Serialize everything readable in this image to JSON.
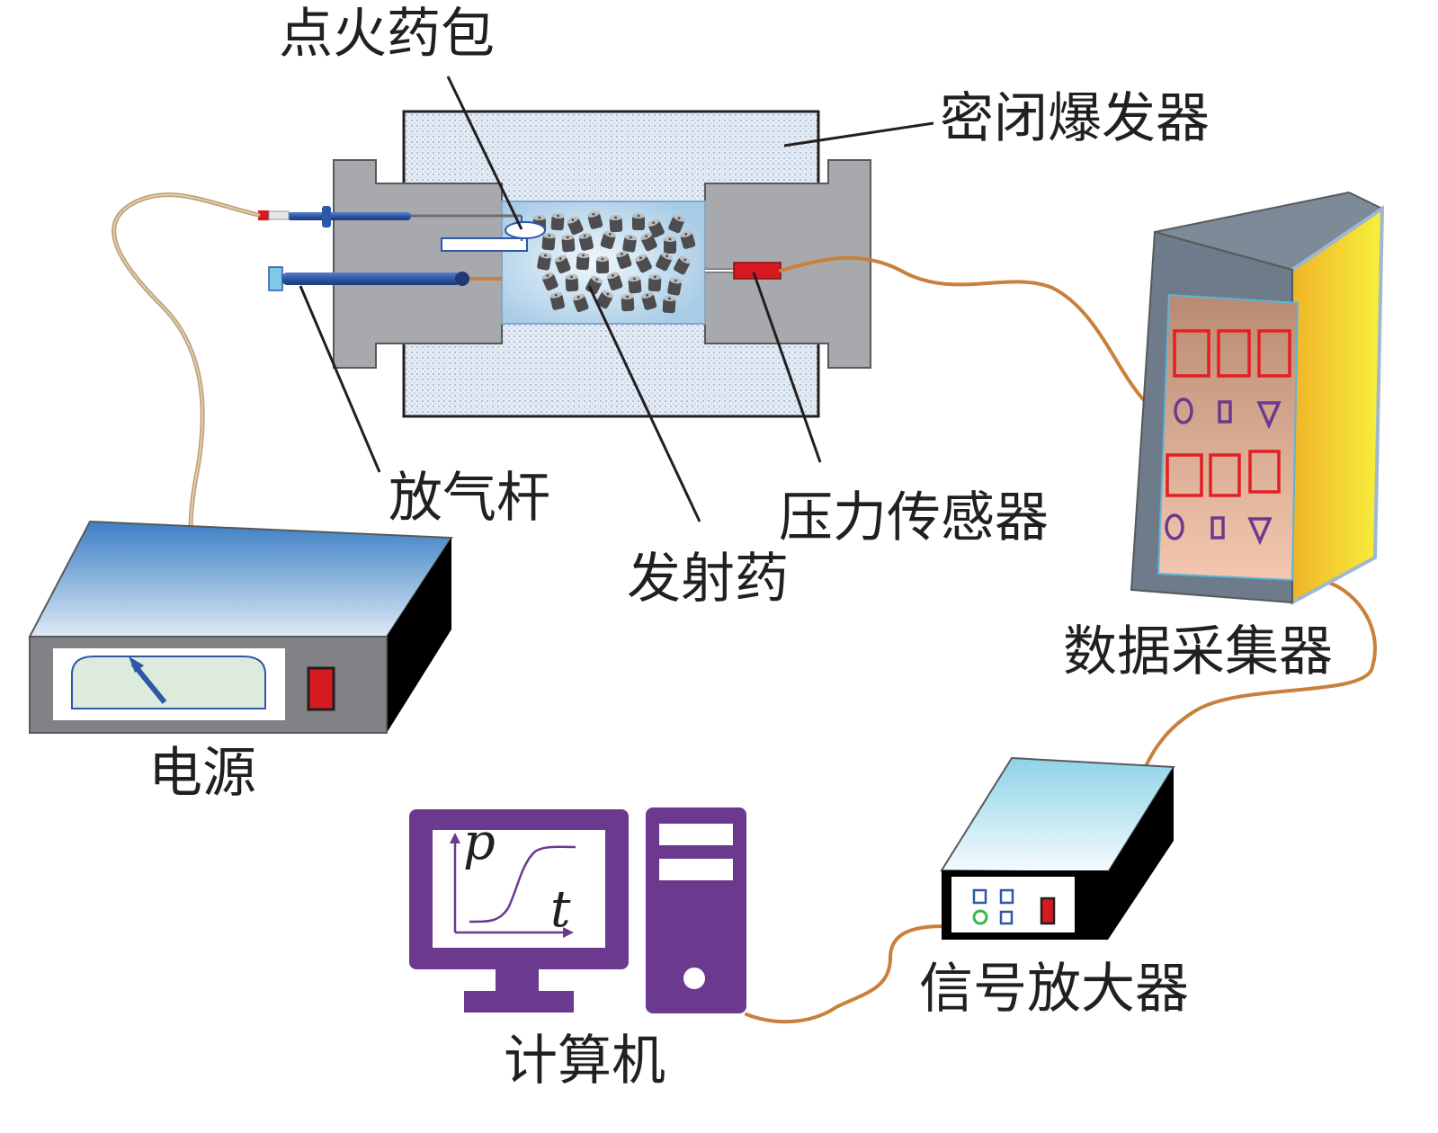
{
  "labels": {
    "igniter_charge": "点火药包",
    "closed_bomb": "密闭爆发器",
    "vent_rod": "放气杆",
    "propellant": "发射药",
    "pressure_sensor": "压力传感器",
    "data_acquisition": "数据采集器",
    "power_supply": "电源",
    "signal_amplifier": "信号放大器",
    "computer": "计算机"
  },
  "plot_axes": {
    "y": "p",
    "x": "t"
  },
  "colors": {
    "chamber_fill": "#dfe7f2",
    "chamber_dots": "#a9bcd6",
    "steel_gray": "#a7a9ac",
    "cavity": "#c6dff0",
    "rod_blue": "#2e57a8",
    "sensor_red": "#d71920",
    "wire_orange": "#c9803a",
    "wire_tan": "#bfa27a",
    "computer_purple": "#6b3a8e",
    "daq_body": "#6d7b8a",
    "daq_panel": "#e7b79b",
    "daq_side": "#f2cf2a",
    "display_red": "#e31e24",
    "glyph_purple": "#6b3a8e"
  }
}
